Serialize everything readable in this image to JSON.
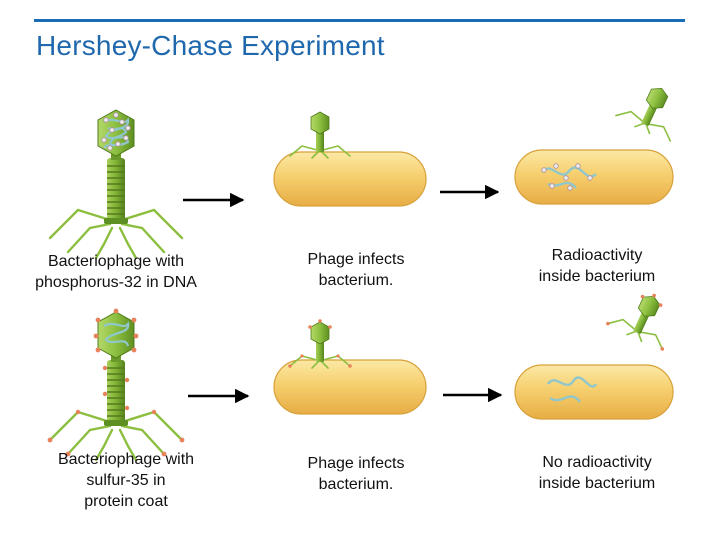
{
  "title": "Hershey-Chase Experiment",
  "captions": {
    "row1": {
      "phage": "Bacteriophage with\nphosphorus-32 in DNA",
      "infect": "Phage infects\nbacterium.",
      "result": "Radioactivity\ninside bacterium"
    },
    "row2": {
      "phage": "Bacteriophage with\nsulfur-35 in\nprotein coat",
      "infect": "Phage infects\nbacterium.",
      "result": "No radioactivity\ninside bacterium"
    }
  },
  "colors": {
    "title": "#1f68ad",
    "rule": "#1a6bb5",
    "phage_green": "#8cbf3f",
    "phage_dark": "#5e8f22",
    "bacterium_fill": "#f6cf6e",
    "bacterium_edge": "#d8a13a",
    "dna": "#8fc7cc",
    "label_dot": "#e07a4f"
  }
}
